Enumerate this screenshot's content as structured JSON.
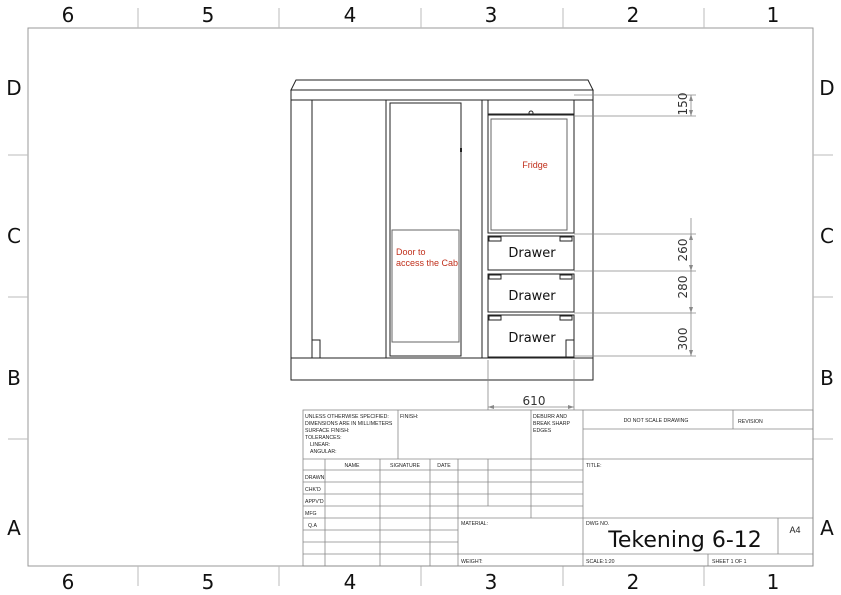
{
  "zones": {
    "columns": [
      "6",
      "5",
      "4",
      "3",
      "2",
      "1"
    ],
    "rows": [
      "D",
      "C",
      "B",
      "A"
    ]
  },
  "drawing": {
    "labels": {
      "fridge": "Fridge",
      "door_note_line1": "Door to",
      "door_note_line2": "access the Cab",
      "drawer": "Drawer"
    },
    "dimensions": {
      "top": "150",
      "drawer1": "260",
      "drawer2": "280",
      "drawer3": "300",
      "width": "610"
    }
  },
  "title_block": {
    "tolerance_notes": [
      "UNLESS OTHERWISE SPECIFIED:",
      "DIMENSIONS ARE IN MILLIMETERS",
      "SURFACE FINISH:",
      "TOLERANCES:",
      "LINEAR:",
      "ANGULAR:"
    ],
    "finish_label": "FINISH:",
    "deburr_notes": [
      "DEBURR AND",
      "BREAK SHARP",
      "EDGES"
    ],
    "do_not_scale": "DO NOT SCALE DRAWING",
    "revision_label": "REVISION",
    "col_name": "NAME",
    "col_signature": "SIGNATURE",
    "col_date": "DATE",
    "rows": [
      "DRAWN",
      "CHK'D",
      "APPV'D",
      "MFG",
      "Q.A"
    ],
    "title_label": "TITLE:",
    "material_label": "MATERIAL:",
    "weight_label": "WEIGHT:",
    "dwg_no_label": "DWG NO.",
    "dwg_no": "Tekening 6-12",
    "sheet_size": "A4",
    "scale": "SCALE:1:20",
    "sheet": "SHEET 1 OF 1"
  }
}
